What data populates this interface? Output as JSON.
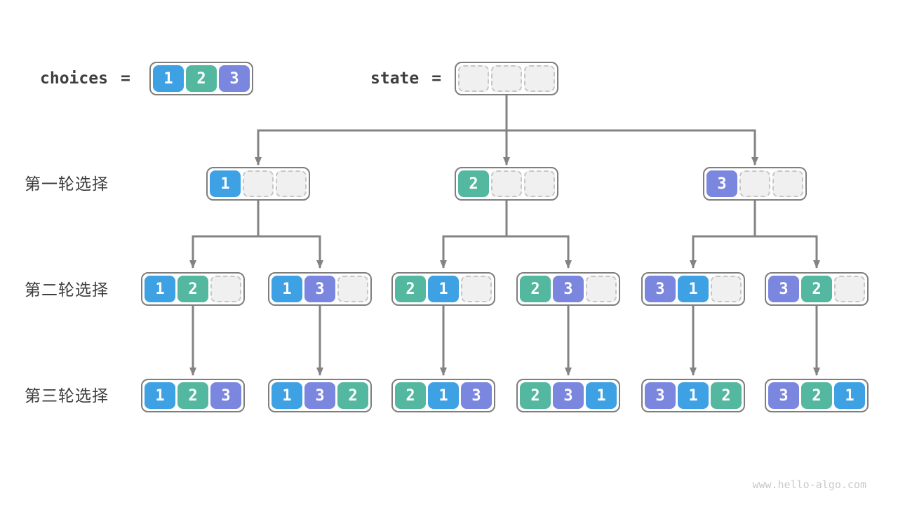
{
  "colors": {
    "cells": {
      "1": "#3da1e3",
      "2": "#54b8a0",
      "3": "#7b86df"
    },
    "empty_fill": "#f0f0f0",
    "empty_border": "#c6c6c6",
    "box_border": "#7e7e7e",
    "line": "#838383",
    "label_text": "#3e3e3e",
    "cell_text": "#ffffff",
    "watermark_text": "#c9c9c9"
  },
  "header": {
    "choices_label": "choices",
    "choices_equals": "=",
    "choices_cells": [
      "1",
      "2",
      "3"
    ],
    "state_label": "state",
    "state_equals": "=",
    "state_cells": [
      "",
      "",
      ""
    ]
  },
  "rows": [
    {
      "label": "第一轮选择",
      "boxes": [
        [
          "1",
          "",
          ""
        ],
        [
          "2",
          "",
          ""
        ],
        [
          "3",
          "",
          ""
        ]
      ]
    },
    {
      "label": "第二轮选择",
      "boxes": [
        [
          "1",
          "2",
          ""
        ],
        [
          "1",
          "3",
          ""
        ],
        [
          "2",
          "1",
          ""
        ],
        [
          "2",
          "3",
          ""
        ],
        [
          "3",
          "1",
          ""
        ],
        [
          "3",
          "2",
          ""
        ]
      ]
    },
    {
      "label": "第三轮选择",
      "boxes": [
        [
          "1",
          "2",
          "3"
        ],
        [
          "1",
          "3",
          "2"
        ],
        [
          "2",
          "1",
          "3"
        ],
        [
          "2",
          "3",
          "1"
        ],
        [
          "3",
          "1",
          "2"
        ],
        [
          "3",
          "2",
          "1"
        ]
      ]
    }
  ],
  "watermark": "www.hello-algo.com"
}
